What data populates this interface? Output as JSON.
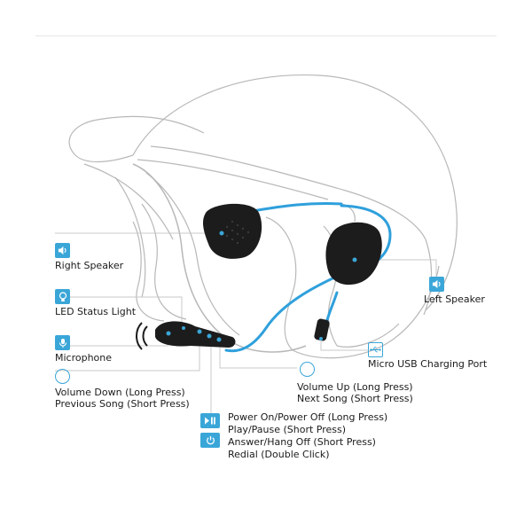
{
  "labels": {
    "right_speaker": "Right Speaker",
    "left_speaker": "Left Speaker",
    "led_status": "LED Status Light",
    "microphone": "Microphone",
    "vol_down_1": "Volume Down (Long Press)",
    "vol_down_2": "Previous Song (Short Press)",
    "vol_up_1": "Volume Up (Long Press)",
    "vol_up_2": "Next Song (Short Press)",
    "usb_port": "Micro USB Charging Port",
    "power_1": "Power On/Power Off (Long Press)",
    "power_2": "Play/Pause (Short Press)",
    "power_3": "Answer/Hang Off (Short Press)",
    "power_4": "Redial (Double Click)"
  },
  "icons": {
    "speaker": "speaker-icon",
    "led": "lightbulb-icon",
    "mic": "microphone-icon",
    "volume": "volume-circle-icon",
    "usb": "usb-icon",
    "play_pause": "play-pause-icon",
    "power": "power-icon"
  },
  "colors": {
    "accent": "#3aa6d8",
    "cable": "#2fa0dc",
    "speaker_body": "#1c1c1c",
    "outline": "#b8b8b8"
  }
}
